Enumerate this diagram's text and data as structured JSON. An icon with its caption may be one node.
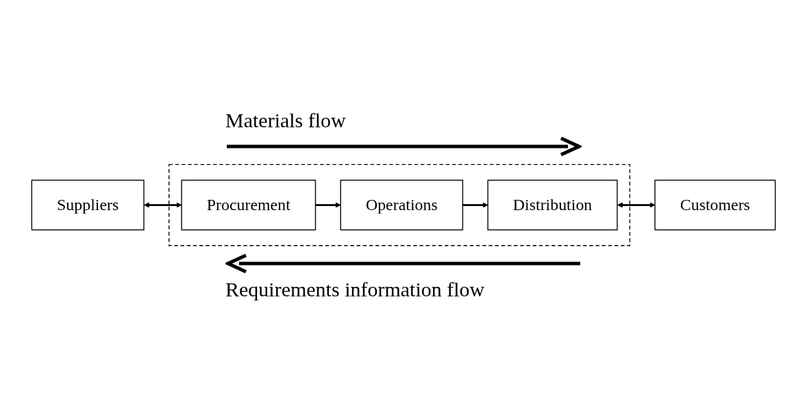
{
  "diagram": {
    "nodes": [
      {
        "text": [
          "Suppliers"
        ]
      },
      {
        "text": [],
        "shape": "box"
      },
      {
        "text": [
          "Procurement"
        ],
        "in": 1
      },
      {
        "text": [
          "Operations"
        ],
        "in": 1
      },
      {
        "text": [
          "Distribution"
        ],
        "in": 1
      },
      {
        "text": [
          "Customers"
        ]
      }
    ],
    "edges": [
      {
        "from": 0,
        "to": 2,
        "arrow": "both"
      },
      {
        "from": 2,
        "to": 3,
        "arrow": "to"
      },
      {
        "from": 3,
        "to": 4,
        "arrow": "to"
      },
      {
        "from": 4,
        "to": 5,
        "arrow": "both"
      }
    ],
    "labels": [
      "Materials flow",
      "Requirements information flow"
    ]
  }
}
